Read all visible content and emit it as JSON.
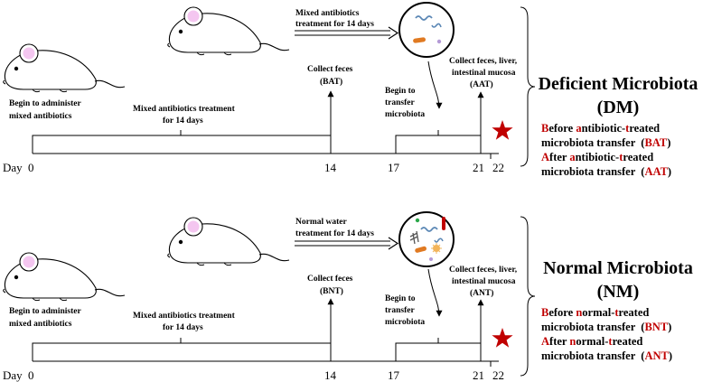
{
  "panels": [
    {
      "id": "dm",
      "protocol_text": "Mixed antibiotics",
      "protocol_line2": "treatment for 14 days",
      "begin_admin": [
        "Begin to administer",
        "mixed antibiotics"
      ],
      "mixed_treat": [
        "Mixed antibiotics treatment",
        "for 14 days"
      ],
      "collect_feces": [
        "Collect feces",
        "(BAT)"
      ],
      "begin_transfer": [
        "Begin to",
        "transfer",
        "microbiota"
      ],
      "collect_final": [
        "Collect feces, liver,",
        "intestinal mucosa",
        "(AAT)"
      ],
      "title_line1": "Deficient Microbiota",
      "title_line2": "(DM)",
      "desc": [
        [
          {
            "t": "B",
            "r": true
          },
          {
            "t": "efore ",
            "r": false
          },
          {
            "t": "a",
            "r": true
          },
          {
            "t": "ntibiotic-",
            "r": false
          },
          {
            "t": "t",
            "r": true
          },
          {
            "t": "reated",
            "r": false
          }
        ],
        [
          {
            "t": "microbiota transfer  (",
            "r": false
          },
          {
            "t": "BAT",
            "r": true
          },
          {
            "t": ")",
            "r": false
          }
        ],
        [
          {
            "t": "A",
            "r": true
          },
          {
            "t": "fter ",
            "r": false
          },
          {
            "t": "a",
            "r": true
          },
          {
            "t": "ntibiotic-",
            "r": false
          },
          {
            "t": "t",
            "r": true
          },
          {
            "t": "reated",
            "r": false
          }
        ],
        [
          {
            "t": "microbiota transfer  (",
            "r": false
          },
          {
            "t": "AAT",
            "r": true
          },
          {
            "t": ")",
            "r": false
          }
        ]
      ]
    },
    {
      "id": "nm",
      "protocol_text": "Normal water",
      "protocol_line2": "treatment for 14 days",
      "begin_admin": [
        "Begin to administer",
        "mixed antibiotics"
      ],
      "mixed_treat": [
        "Mixed antibiotics treatment",
        "for 14 days"
      ],
      "collect_feces": [
        "Collect feces",
        "(BNT)"
      ],
      "begin_transfer": [
        "Begin to",
        "transfer",
        "microbiota"
      ],
      "collect_final": [
        "Collect feces, liver,",
        "intestinal mucosa",
        "(ANT)"
      ],
      "title_line1": "Normal Microbiota",
      "title_line2": "(NM)",
      "desc": [
        [
          {
            "t": "B",
            "r": true
          },
          {
            "t": "efore ",
            "r": false
          },
          {
            "t": "n",
            "r": true
          },
          {
            "t": "ormal-",
            "r": false
          },
          {
            "t": "t",
            "r": true
          },
          {
            "t": "reated",
            "r": false
          }
        ],
        [
          {
            "t": "microbiota transfer  (",
            "r": false
          },
          {
            "t": "BNT",
            "r": true
          },
          {
            "t": ")",
            "r": false
          }
        ],
        [
          {
            "t": "A",
            "r": true
          },
          {
            "t": "fter ",
            "r": false
          },
          {
            "t": "n",
            "r": true
          },
          {
            "t": "ormal-",
            "r": false
          },
          {
            "t": "t",
            "r": true
          },
          {
            "t": "reated",
            "r": false
          }
        ],
        [
          {
            "t": "microbiota transfer  (",
            "r": false
          },
          {
            "t": "ANT",
            "r": true
          },
          {
            "t": ")",
            "r": false
          }
        ]
      ]
    }
  ],
  "timeline": {
    "day_label": "Day",
    "ticks": [
      "0",
      "14",
      "17",
      "21",
      "22"
    ]
  },
  "colors": {
    "accent_red": "#c00000",
    "mouse_ear": "#f4c6f0",
    "bacteria_blue": "#5b87b5",
    "bacteria_orange": "#e07a22",
    "bacteria_red": "#c00000",
    "bacteria_purple": "#b49ad6",
    "bacteria_green": "#2ba84a",
    "bacteria_yellow": "#f2b45a"
  },
  "icons": [
    "mouse-icon",
    "bacteria-circle-icon",
    "star-icon",
    "double-arrow-icon",
    "bracket-icon"
  ]
}
